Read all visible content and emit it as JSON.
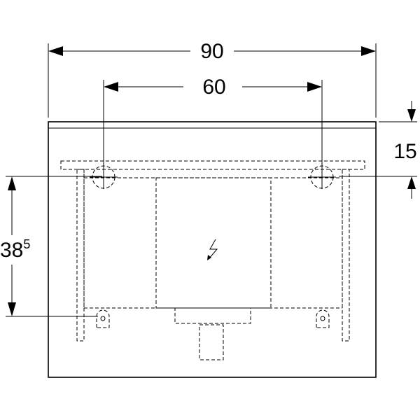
{
  "dimensions": {
    "overall_width": "90",
    "bracket_spacing": "60",
    "top_offset": "15",
    "vertical_height_base": "38",
    "vertical_height_sup": "5"
  },
  "symbols": {
    "electrical_connection": "lightning-bolt-icon"
  }
}
